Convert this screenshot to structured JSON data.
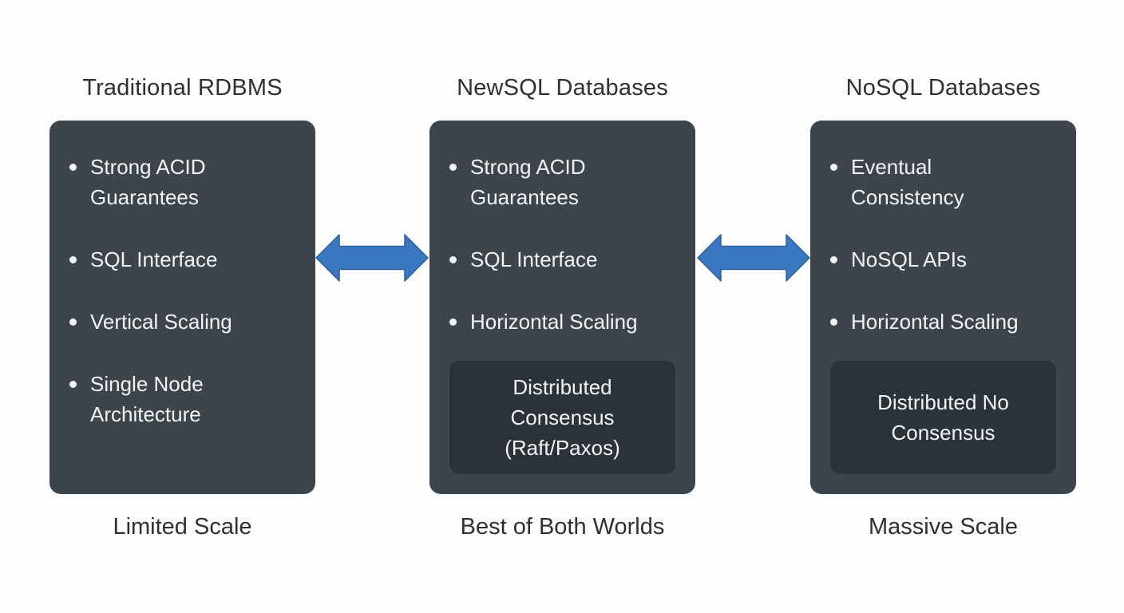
{
  "colors": {
    "background": "#fdfdfd",
    "panel": "#3d444c",
    "inner_panel": "#2c323a",
    "title_text": "#2e3134",
    "bullet_text": "#f2f3f4",
    "arrow_fill": "#3b76c1",
    "arrow_stroke": "#2e5f9a"
  },
  "columns": [
    {
      "title": "Traditional RDBMS",
      "items": [
        "Strong ACID\nGuarantees",
        "SQL Interface",
        "Vertical Scaling",
        "Single Node\nArchitecture"
      ],
      "caption": "Limited Scale"
    },
    {
      "title": "NewSQL Databases",
      "items": [
        "Strong ACID\nGuarantees",
        "SQL Interface",
        "Horizontal Scaling"
      ],
      "inner_box": "Distributed\nConsensus\n(Raft/Paxos)",
      "caption": "Best of Both Worlds"
    },
    {
      "title": "NoSQL Databases",
      "items": [
        "Eventual\nConsistency",
        "NoSQL APIs",
        "Horizontal Scaling"
      ],
      "inner_box": "Distributed No\nConsensus",
      "caption": "Massive Scale"
    }
  ]
}
